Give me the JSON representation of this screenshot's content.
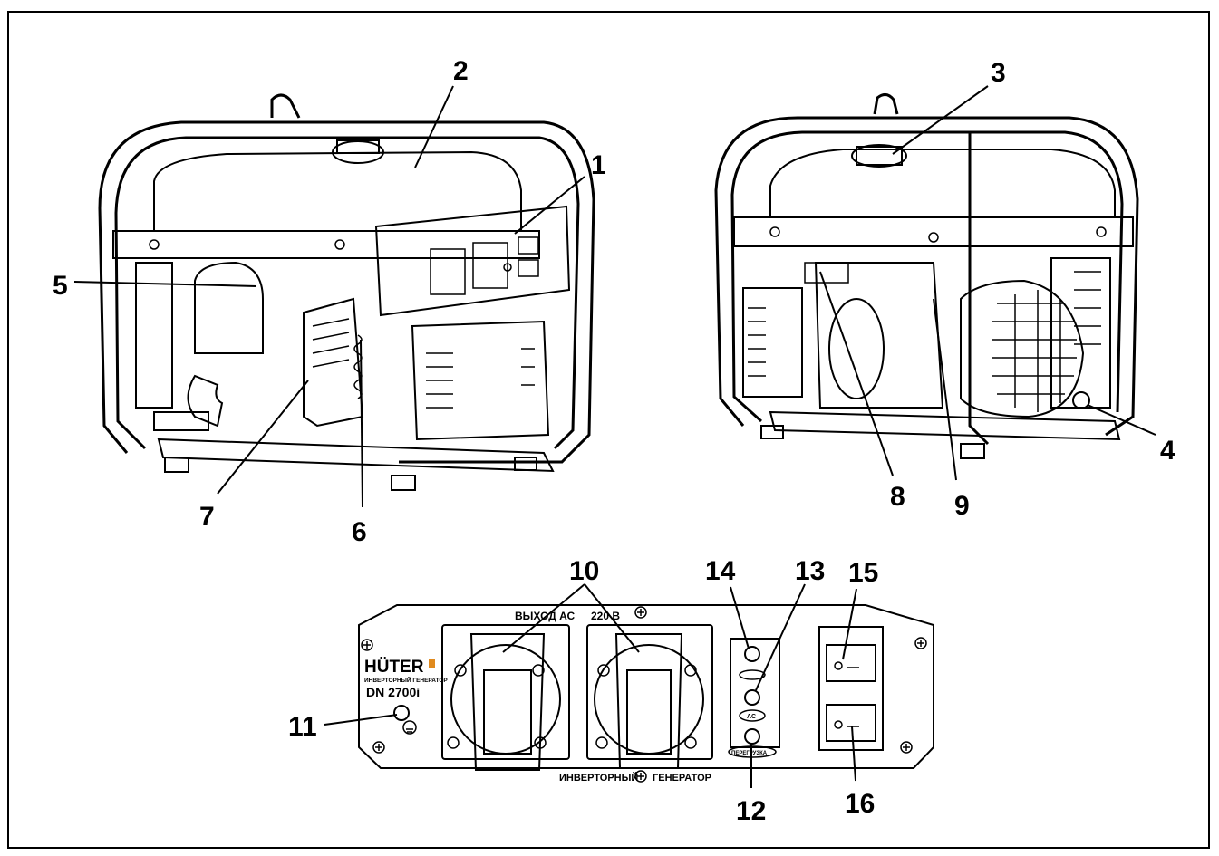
{
  "callouts": {
    "c1": "1",
    "c2": "2",
    "c3": "3",
    "c4": "4",
    "c5": "5",
    "c6": "6",
    "c7": "7",
    "c8": "8",
    "c9": "9",
    "c10": "10",
    "c11": "11",
    "c12": "12",
    "c13": "13",
    "c14": "14",
    "c15": "15",
    "c16": "16"
  },
  "panel": {
    "output_label": "ВЫХОД АС",
    "voltage_label": "220 В",
    "brand": "HÜTER",
    "subtitle": "ИНВЕРТОРНЫЙ ГЕНЕРАТОР",
    "model": "DN 2700i",
    "bottom_left": "ИНВЕРТОРНЫЙ",
    "bottom_right": "ГЕНЕРАТОР",
    "ac_label": "AC",
    "overload_label": "ПЕРЕГРУЗКА"
  },
  "colors": {
    "ink": "#000000",
    "background": "#ffffff",
    "brand_accent": "#e08a1e"
  }
}
